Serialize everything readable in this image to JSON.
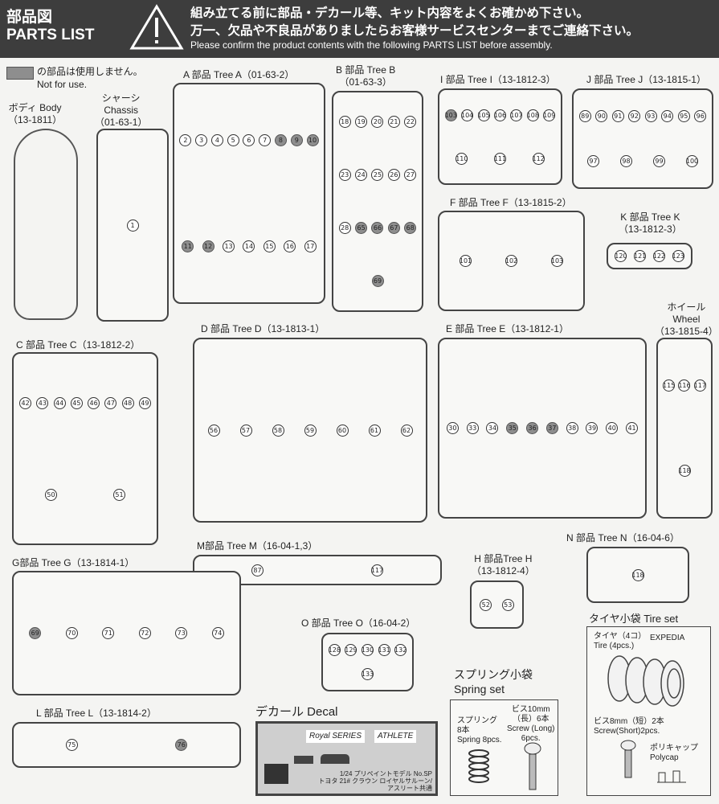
{
  "header": {
    "title_jp": "部品図",
    "title_en": "PARTS LIST",
    "icon": "warning-triangle-icon",
    "line1": "組み立てる前に部品・デカール等、キット内容をよくお確かめ下さい。",
    "line2": "万一、欠品や不良品がありましたらお客様サービスセンターまでご連絡下さい。",
    "line3": "Please confirm the product contents with the following PARTS LIST before assembly."
  },
  "legend": {
    "jp": "の部品は使用しません。",
    "en": "Not for use.",
    "swatch_color": "#8e8e8e"
  },
  "trees": {
    "body": {
      "l1": "ボディ Body",
      "l2": "（13-1811）",
      "parts": []
    },
    "chassis": {
      "l1": "シャーシ",
      "l2": "Chassis",
      "l3": "（01-63-1）",
      "parts": [
        "1"
      ]
    },
    "a": {
      "l1": "A 部品 Tree A（01-63-2）",
      "parts": [
        "2",
        "3",
        "4",
        "5",
        "6",
        "7",
        "8",
        "9",
        "10",
        "11",
        "12",
        "13",
        "14",
        "15",
        "16",
        "17"
      ]
    },
    "b": {
      "l1": "B 部品 Tree B",
      "l2": "（01-63-3）",
      "parts": [
        "18",
        "19",
        "20",
        "21",
        "22",
        "23",
        "24",
        "25",
        "26",
        "27",
        "28",
        "65",
        "66",
        "67",
        "68",
        "69"
      ]
    },
    "i": {
      "l1": "I 部品 Tree I（13-1812-3）",
      "parts": [
        "103",
        "104",
        "105",
        "106",
        "107",
        "108",
        "109",
        "110",
        "111",
        "112"
      ]
    },
    "j": {
      "l1": "J 部品 Tree J（13-1815-1）",
      "parts": [
        "89",
        "90",
        "91",
        "92",
        "93",
        "94",
        "95",
        "96",
        "97",
        "98",
        "99",
        "100"
      ]
    },
    "f": {
      "l1": "F 部品 Tree F（13-1815-2）",
      "parts": [
        "101",
        "102",
        "103"
      ]
    },
    "k": {
      "l1": "K 部品 Tree K",
      "l2": "（13-1812-3）",
      "parts": [
        "120",
        "121",
        "122",
        "123"
      ]
    },
    "wheel": {
      "l1": "ホイール",
      "l2": "Wheel",
      "l3": "（13-1815-4）",
      "parts": [
        "115",
        "116",
        "117",
        "118"
      ]
    },
    "c": {
      "l1": "C 部品 Tree C（13-1812-2）",
      "parts": [
        "42",
        "43",
        "44",
        "45",
        "46",
        "47",
        "48",
        "49",
        "50",
        "51"
      ]
    },
    "d": {
      "l1": "D 部品 Tree D（13-1813-1）",
      "parts": [
        "56",
        "57",
        "58",
        "59",
        "60",
        "61",
        "62"
      ]
    },
    "e": {
      "l1": "E 部品 Tree E（13-1812-1）",
      "parts": [
        "30",
        "33",
        "34",
        "35",
        "36",
        "37",
        "38",
        "39",
        "40",
        "41"
      ]
    },
    "m": {
      "l1": "M部品 Tree M（16-04-1,3）",
      "parts": [
        "87",
        "117"
      ]
    },
    "n": {
      "l1": "N 部品 Tree N（16-04-6）",
      "parts": [
        "118"
      ]
    },
    "g": {
      "l1": "G部品 Tree G（13-1814-1）",
      "parts": [
        "69",
        "70",
        "71",
        "72",
        "73",
        "74"
      ]
    },
    "h": {
      "l1": "H 部品Tree H",
      "l2": "（13-1812-4）",
      "parts": [
        "52",
        "53"
      ]
    },
    "o": {
      "l1": "O 部品 Tree O（16-04-2）",
      "parts": [
        "128",
        "129",
        "130",
        "131",
        "132",
        "133"
      ]
    },
    "l": {
      "l1": "L 部品 Tree L（13-1814-2）",
      "parts": [
        "75",
        "76"
      ]
    }
  },
  "decal": {
    "title": "デカール Decal",
    "note1": "1/24 プリペイントモデル No.SP",
    "note2": "トヨタ 21# クラウン ロイヤルサルーン/",
    "note3": "アスリート共通",
    "brand1": "Royal SERIES",
    "brand2": "ATHLETE"
  },
  "spring_set": {
    "title_jp": "スプリング小袋",
    "title_en": "Spring set",
    "spring_jp": "スプリング",
    "spring_qty": "8本",
    "spring_en": "Spring 8pcs.",
    "screw_jp1": "ビス10mm",
    "screw_jp2": "（長）6本",
    "screw_en1": "Screw (Long)",
    "screw_en2": "6pcs."
  },
  "tire_set": {
    "title": "タイヤ小袋  Tire set",
    "tire_jp": "タイヤ（4コ）",
    "tire_en": "Tire (4pcs.)",
    "tire_brand": "EXPEDIA",
    "screw_jp": "ビス8mm（短）2本",
    "screw_en": "Screw(Short)2pcs.",
    "polycap_jp": "ポリキャップ",
    "polycap_en": "Polycap"
  }
}
